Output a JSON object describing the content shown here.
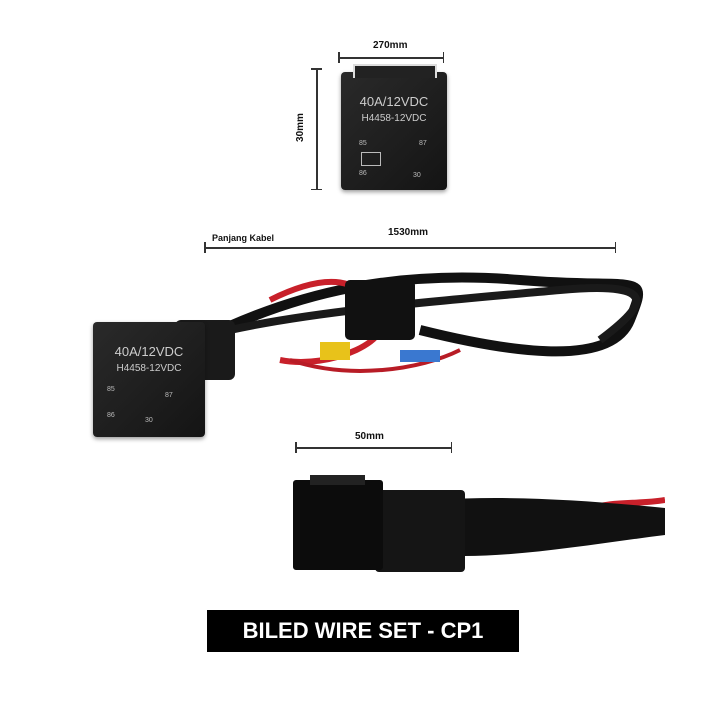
{
  "dimensions": {
    "relay_width": "270mm",
    "relay_height": "30mm",
    "cable_label": "Panjang Kabel",
    "cable_length": "1530mm",
    "connector_width": "50mm"
  },
  "relay": {
    "rating": "40A/12VDC",
    "model": "H4458-12VDC",
    "pins": [
      "85",
      "86",
      "87",
      "30"
    ]
  },
  "title": "BILED WIRE SET - CP1",
  "colors": {
    "wire_red": "#c8202a",
    "wire_black": "#111111",
    "title_bg": "#000000"
  }
}
